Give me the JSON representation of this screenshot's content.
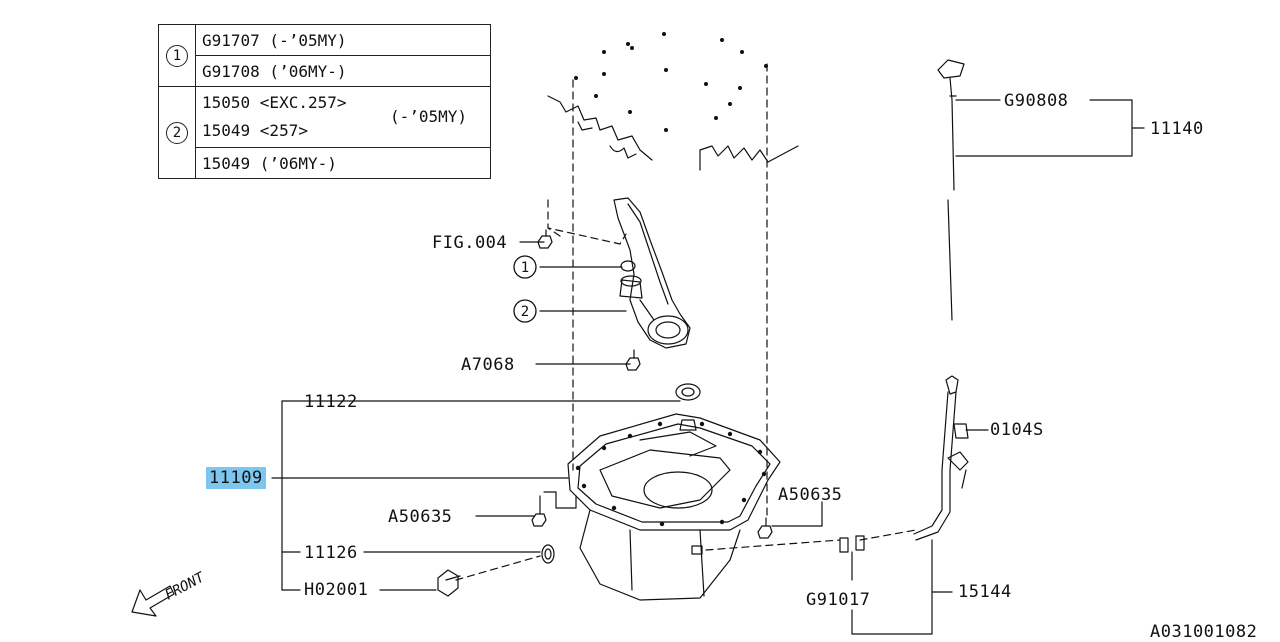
{
  "legend_table": {
    "row1": {
      "num": "1",
      "values": [
        "G91707 (-’05MY)",
        "G91708 (’06MY-)"
      ]
    },
    "row2": {
      "num": "2",
      "line1": "15050 <EXC.257>",
      "line2": "15049 <257>",
      "side": "(-’05MY)",
      "line3": "15049 (’06MY-)"
    }
  },
  "callouts": {
    "fig004": "FIG.004",
    "c1": "1",
    "c2": "2",
    "a7068": "A7068",
    "p11122": "11122",
    "p11109": "11109",
    "a50635_left": "A50635",
    "a50635_right": "A50635",
    "p11126": "11126",
    "h02001": "H02001",
    "g90808": "G90808",
    "p11140": "11140",
    "p0104s": "0104S",
    "g91017": "G91017",
    "p15144": "15144",
    "front": "FRONT"
  },
  "diagram_id": "A031001082",
  "colors": {
    "highlight": "#7cc6ef",
    "line": "#111111"
  }
}
